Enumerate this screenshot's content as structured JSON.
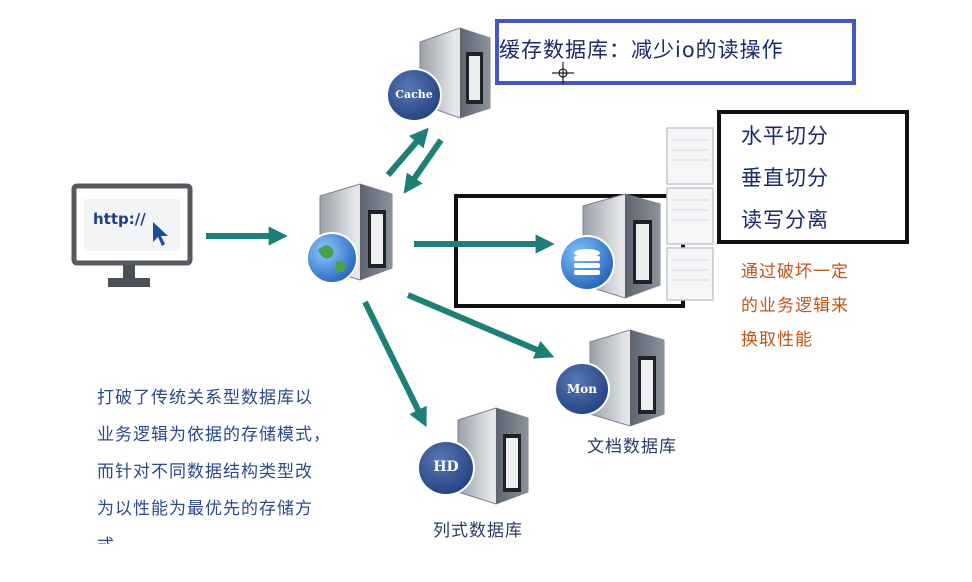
{
  "cache_note": "缓存数据库：减少io的读操作",
  "split_items": [
    "水平切分",
    "垂直切分",
    "读写分离"
  ],
  "tradeoff_note": [
    "通过破坏一定",
    "的业务逻辑来",
    "换取性能"
  ],
  "nosql_note": [
    "打破了传统关系型数据库以",
    "业务逻辑为依据的存储模式，",
    "而针对不同数据结构类型改",
    "为以性能为最优先的存储方",
    "式"
  ],
  "servers": {
    "cache_badge": "Cache",
    "mongo_badge": "Mon",
    "hbase_badge": "HD"
  },
  "browser_url": "http://",
  "labels": {
    "document_db": "文档数据库",
    "columnar_db": "列式数据库"
  },
  "colors": {
    "arrow": "#1e7f77",
    "blue_frame": "#4656c4",
    "black_frame": "#111111",
    "orange_text": "#c0561a"
  }
}
